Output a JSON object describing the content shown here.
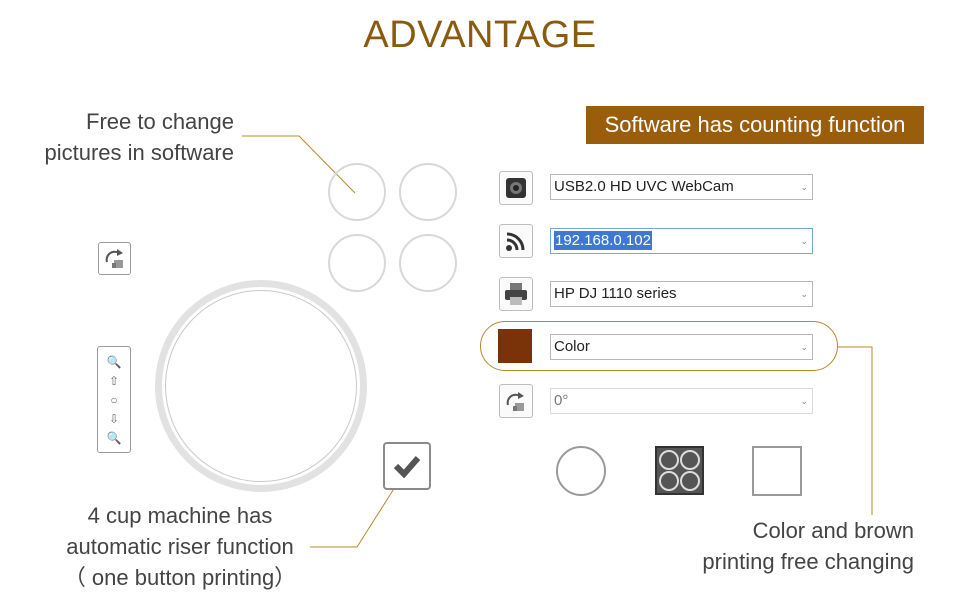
{
  "title": "ADVANTAGE",
  "notes": {
    "pictures_line1": "Free to change",
    "pictures_line2": "pictures in software",
    "riser_line1": "4 cup machine has",
    "riser_line2": "automatic riser function",
    "riser_line3": "（ one button printing）",
    "color_line1": "Color and brown",
    "color_line2": "printing free changing"
  },
  "banner": "Software has counting function",
  "settings": {
    "camera": "USB2.0 HD UVC WebCam",
    "ip": "192.168.0.102",
    "printer": "HP DJ 1110 series",
    "color": "Color",
    "rotation": "0°"
  },
  "icons": {
    "camera": "webcam-icon",
    "network": "wifi-icon",
    "printer": "printer-icon",
    "rotate": "rotate-icon",
    "check": "checkmark-icon"
  },
  "colors": {
    "accent": "#8a5a0f",
    "banner_bg": "#9a5d0c",
    "color_swatch": "#7a3309",
    "selection": "#3d79d1"
  }
}
